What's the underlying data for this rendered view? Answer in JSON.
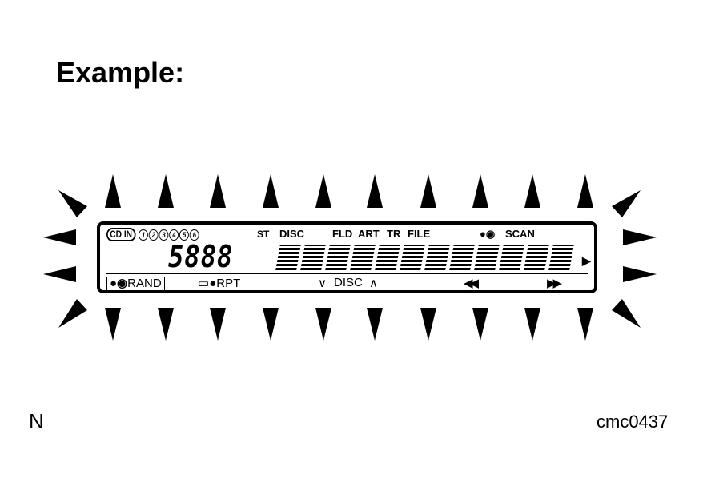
{
  "heading": "Example:",
  "footer": {
    "left_mark": "N",
    "figure_code": "cmc0437"
  },
  "lcd_display": {
    "top_row": {
      "cd_in": "CD IN",
      "disc_slots": [
        "1",
        "2",
        "3",
        "4",
        "5",
        "6"
      ],
      "st": "ST",
      "disc": "DISC",
      "fld": "FLD",
      "art": "ART",
      "tr": "TR",
      "file": "FILE",
      "scan": "SCAN"
    },
    "seven_segment": "5888",
    "dot_matrix_char_count": 12,
    "overflow_arrow": "▶",
    "bottom_row": {
      "rand": "RAND",
      "rpt": "RPT",
      "disc_down": "∨",
      "disc_label": "DISC",
      "disc_up": "∧",
      "rewind": "◀◀",
      "fast_forward": "▶▶"
    }
  },
  "flashing_indicator": {
    "top_triangles": 10,
    "bottom_triangles": 10,
    "side_triangles_each": 4,
    "color": "#000000"
  }
}
